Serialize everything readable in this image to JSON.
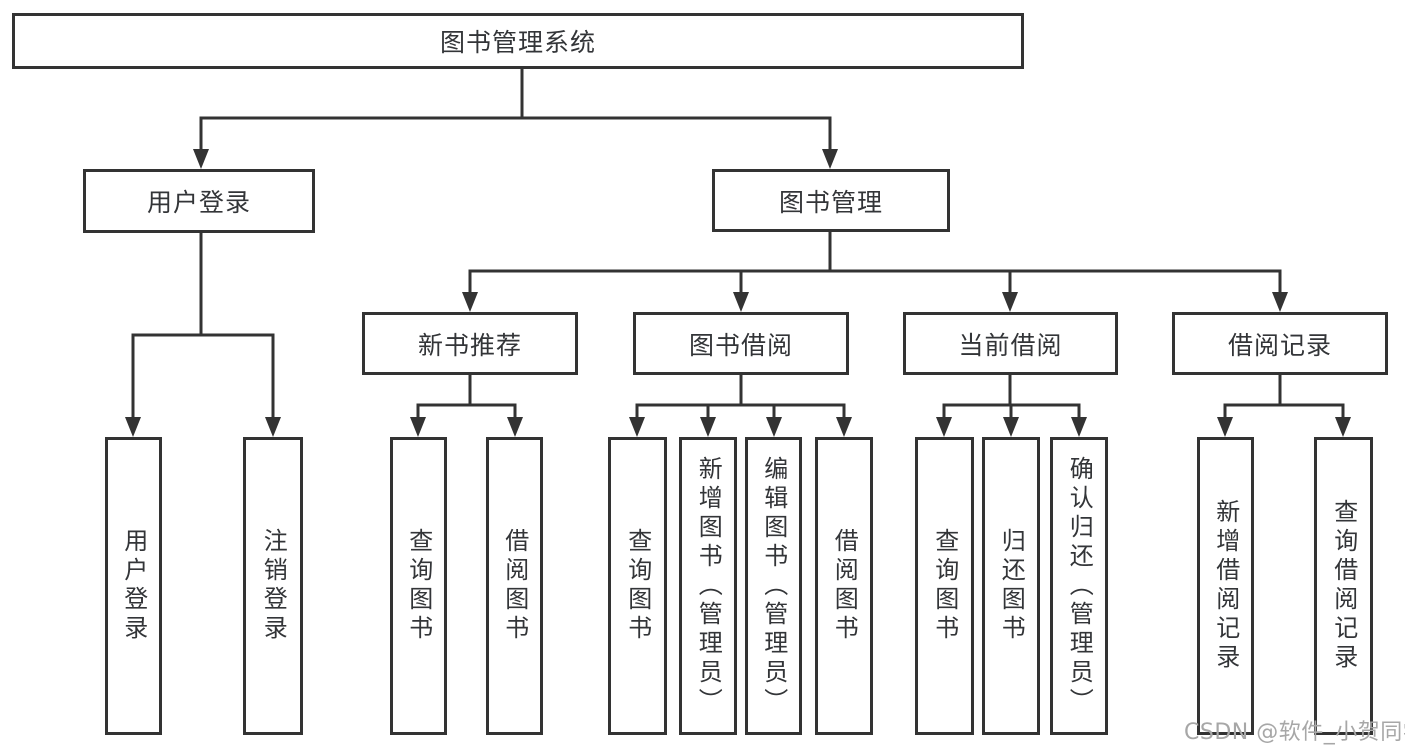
{
  "tree": {
    "label": "图书管理系统",
    "children": [
      {
        "label": "用户登录",
        "children": [
          {
            "label": "用户登录"
          },
          {
            "label": "注销登录"
          }
        ]
      },
      {
        "label": "图书管理",
        "children": [
          {
            "label": "新书推荐",
            "children": [
              {
                "label": "查询图书"
              },
              {
                "label": "借阅图书"
              }
            ]
          },
          {
            "label": "图书借阅",
            "children": [
              {
                "label": "查询图书"
              },
              {
                "label": "新增图书（管理员）"
              },
              {
                "label": "编辑图书（管理员）"
              },
              {
                "label": "借阅图书"
              }
            ]
          },
          {
            "label": "当前借阅",
            "children": [
              {
                "label": "查询图书"
              },
              {
                "label": "归还图书"
              },
              {
                "label": "确认归还（管理员）"
              }
            ]
          },
          {
            "label": "借阅记录",
            "children": [
              {
                "label": "新增借阅记录"
              },
              {
                "label": "查询借阅记录"
              }
            ]
          }
        ]
      }
    ]
  },
  "watermark": "CSDN @软件_小贺同学",
  "colors": {
    "line": "#333333",
    "border": "#333333",
    "text": "#333538",
    "watermark": "#a7a7a7",
    "background": "#ffffff"
  }
}
